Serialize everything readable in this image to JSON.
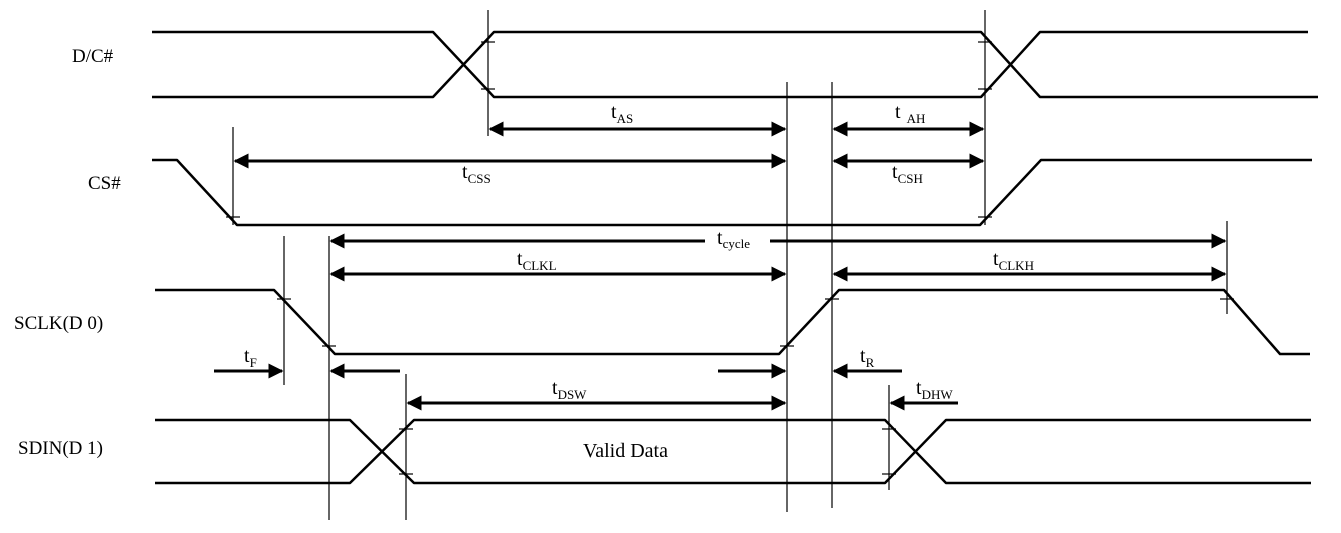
{
  "signals": {
    "dc": "D/C#",
    "cs": "CS#",
    "sclk": "SCLK(D 0)",
    "sdin": "SDIN(D 1)"
  },
  "timings": {
    "t_as": {
      "base": "t",
      "sub": "AS"
    },
    "t_ah": {
      "base": "t",
      "sub": "AH"
    },
    "t_css": {
      "base": "t",
      "sub": "CSS"
    },
    "t_csh": {
      "base": "t",
      "sub": "CSH"
    },
    "t_cycle": {
      "base": "t",
      "sub": "cycle"
    },
    "t_clkl": {
      "base": "t",
      "sub": "CLKL"
    },
    "t_clkh": {
      "base": "t",
      "sub": "CLKH"
    },
    "t_f": {
      "base": "t",
      "sub": "F"
    },
    "t_r": {
      "base": "t",
      "sub": "R"
    },
    "t_dsw": {
      "base": "t",
      "sub": "DSW"
    },
    "t_dhw": {
      "base": "t",
      "sub": "DHW"
    }
  },
  "valid_data": "Valid Data"
}
